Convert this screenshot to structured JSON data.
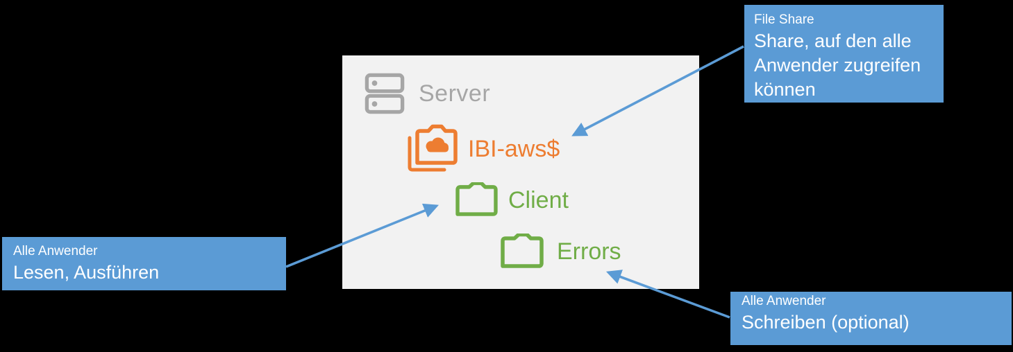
{
  "colors": {
    "background": "#000000",
    "panel_bg": "#f2f2f2",
    "callout_bg": "#5b9bd5",
    "callout_text": "#ffffff",
    "arrow": "#5b9bd5",
    "server_gray": "#a6a6a6",
    "share_orange": "#ed7d31",
    "folder_green": "#70ad47"
  },
  "panel": {
    "server_label": "Server",
    "share_label": "IBI-aws$",
    "client_label": "Client",
    "errors_label": "Errors"
  },
  "icons": {
    "server": "server-icon",
    "share": "cloud-shared-folder-icon",
    "client": "folder-icon",
    "errors": "folder-icon"
  },
  "callouts": {
    "file_share": {
      "title": "File Share",
      "body": "Share, auf den alle Anwender zugreifen können"
    },
    "read_execute": {
      "title": "Alle Anwender",
      "body": "Lesen, Ausführen"
    },
    "write_optional": {
      "title": "Alle Anwender",
      "body": "Schreiben (optional)"
    }
  }
}
